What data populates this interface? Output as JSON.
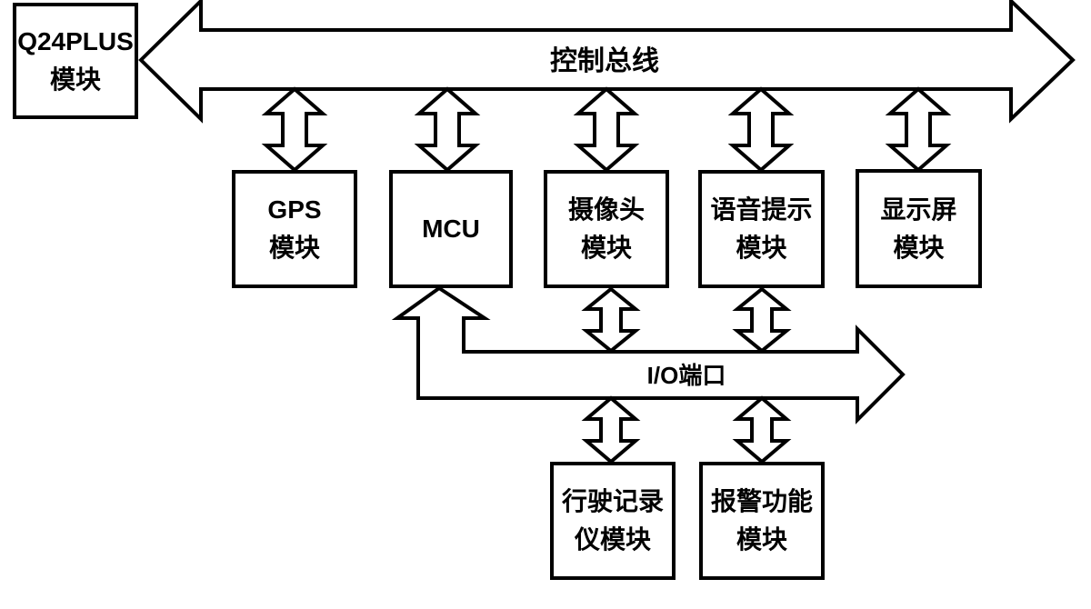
{
  "diagram": {
    "colors": {
      "line": "#000000",
      "background": "#ffffff"
    },
    "bus": {
      "label": "控制总线"
    },
    "io_port": {
      "label": "I/O端口"
    },
    "boxes": {
      "q24plus": {
        "line1": "Q24PLUS",
        "line2": "模块"
      },
      "gps": {
        "line1": "GPS",
        "line2": "模块"
      },
      "mcu": {
        "line1": "MCU",
        "line2": ""
      },
      "camera": {
        "line1": "摄像头",
        "line2": "模块"
      },
      "voice": {
        "line1": "语音提示",
        "line2": "模块"
      },
      "display": {
        "line1": "显示屏",
        "line2": "模块"
      },
      "recorder": {
        "line1": "行驶记录",
        "line2": "仪模块"
      },
      "alarm": {
        "line1": "报警功能",
        "line2": "模块"
      }
    }
  }
}
